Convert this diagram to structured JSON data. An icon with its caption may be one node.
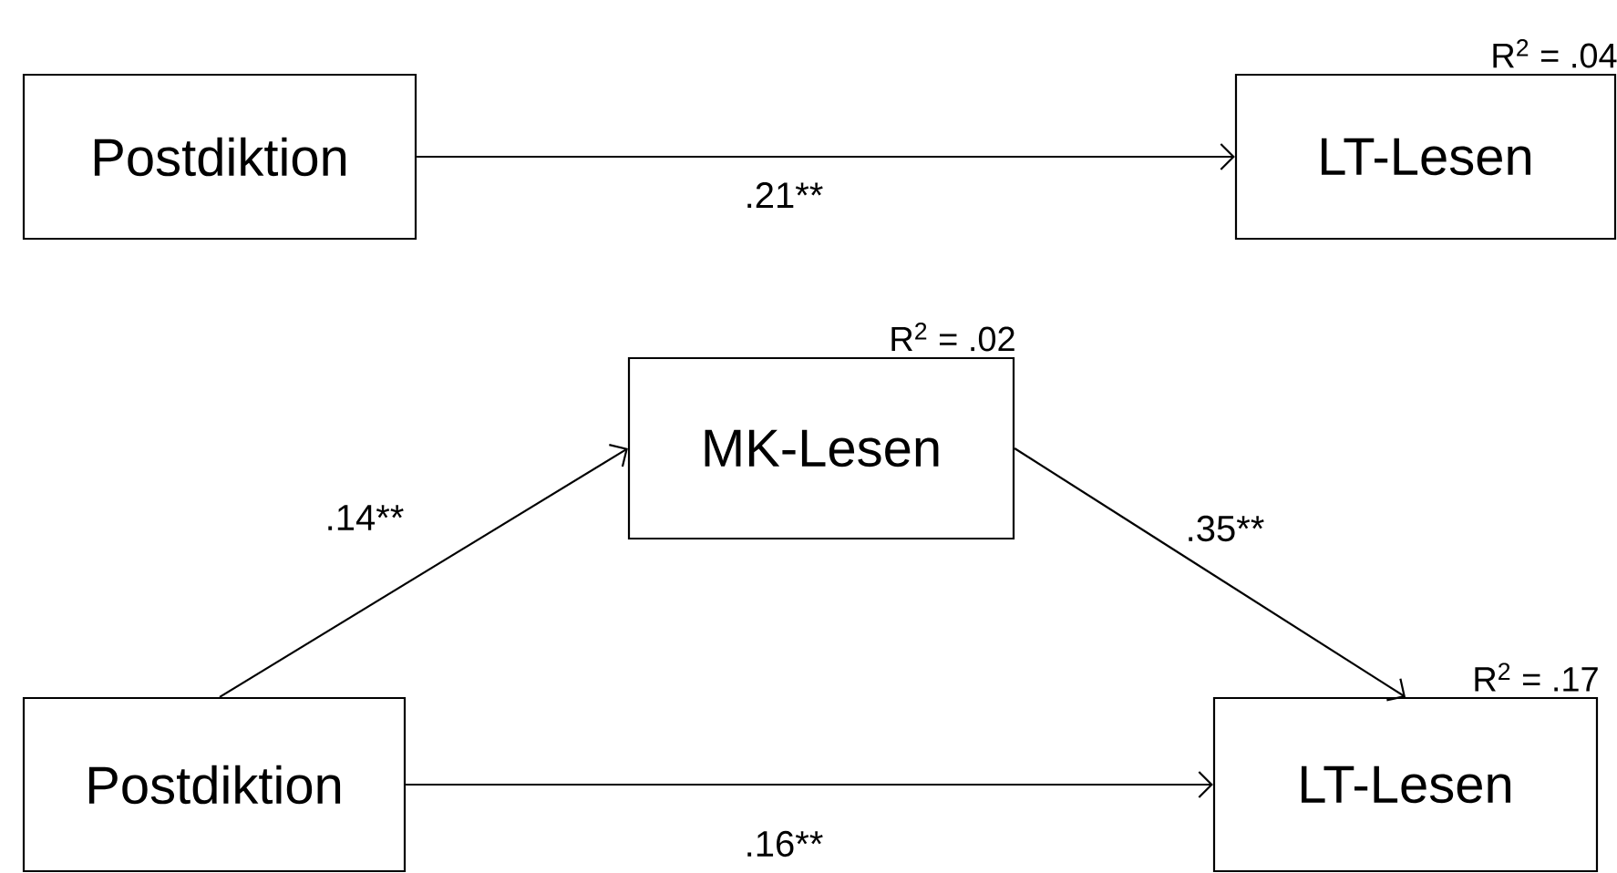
{
  "diagram": {
    "nodes": [
      {
        "text": [
          "Postdiktion"
        ]
      },
      {
        "text": [
          "LT-Lesen"
        ],
        "beside": [
          "R$^{2}$ = .04"
        ]
      },
      {
        "text": [
          "MK-Lesen"
        ],
        "beside": [
          "R$^{2}$ = .02"
        ]
      },
      {
        "text": [
          "Postdiktion"
        ]
      },
      {
        "text": [
          "LT-Lesen"
        ],
        "beside": [
          "R$^{2}$ = .17"
        ]
      }
    ],
    "edges": [
      {
        "from": 0,
        "to": 1,
        "arrow": "to",
        "label": ".21**"
      },
      {
        "from": 3,
        "to": 2,
        "arrow": "to",
        "label": ".14**"
      },
      {
        "from": 2,
        "to": 4,
        "arrow": "to",
        "label": ".35**"
      },
      {
        "from": 3,
        "to": 4,
        "arrow": "to",
        "label": ".16**"
      }
    ]
  }
}
